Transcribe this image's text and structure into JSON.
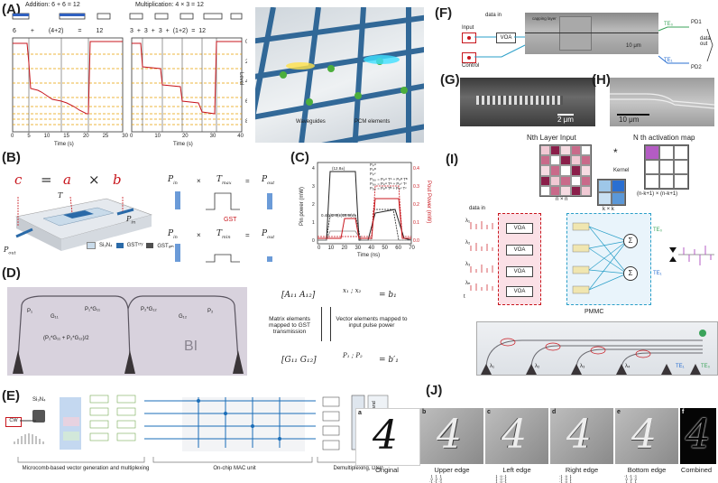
{
  "panels": {
    "A": {
      "label": "(A)",
      "addition_title": "Addition: 6 + 6 = 12",
      "multiplication_title": "Multiplication: 4 × 3 = 12",
      "add_terms": [
        "6",
        "+",
        "(4+2)",
        "=",
        "12"
      ],
      "mul_terms": [
        "3",
        "+",
        "3",
        "+",
        "3",
        "+",
        "(1+2)",
        "=",
        "12"
      ],
      "xlabel": "Time (s)",
      "ylabel": "Level",
      "left_xticks": [
        "0",
        "5",
        "10",
        "15",
        "20",
        "25",
        "30"
      ],
      "right_xticks": [
        "0",
        "10",
        "20",
        "30",
        "40"
      ],
      "yticks": [
        "0",
        "2",
        "4",
        "6",
        "8",
        "10"
      ],
      "render_labels": [
        "Waveguides",
        "PCM elements"
      ]
    },
    "B": {
      "label": "(B)",
      "c": "c",
      "eq": "=",
      "a": "a",
      "times": "×",
      "b": "b",
      "T": "T",
      "Pin": "P",
      "Pin_sub": "in",
      "Pout": "P",
      "Pout_sub": "out",
      "legend": [
        "Si₃N₄",
        "GSTᶜʳʸ",
        "GSTₐₘ"
      ],
      "row1": [
        "P",
        "in",
        "×",
        "T",
        "max",
        "=",
        "P",
        "out"
      ],
      "row2": [
        "P",
        "in",
        "×",
        "T",
        "min",
        "=",
        "P",
        "out"
      ],
      "gst": "GST"
    },
    "C": {
      "label": "(C)",
      "ylabel_left": "Pin power (mW)",
      "ylabel_right": "Pout Power (mW)",
      "xlabel": "Time (ns)",
      "xticks": [
        "0",
        "10",
        "20",
        "30",
        "40",
        "50",
        "60",
        "70"
      ],
      "yticks_left": [
        "0",
        "1",
        "2",
        "3",
        "4"
      ],
      "yticks_right": [
        "0.0",
        "0.1",
        "0.2",
        "0.3",
        "0.4"
      ],
      "ann1": "(12.8±)",
      "ann2": "0.4(1)2.6(±)28.9(±)",
      "legend": [
        "Pᵢₙᴬ",
        "Pᵢₙᴮ",
        "Pᵢₙᶜ",
        "Pₒᵤₜ = Pᵢₙᴬ Tᴬ + Pᵢₙᴮ Tᴮ",
        "Pₒᵤₜ = Pᵢₙᴬ Tᴬ + Pᵢₙᶜ Tᶜ",
        "Pₒᵤₜ = Pᵢₙᴮ Tᴮ + Pᵢₙᶜ Tᶜ"
      ]
    },
    "D": {
      "label": "(D)",
      "chip_labels": [
        "P₁",
        "G₁₁",
        "P₁*G₁₁",
        "P₂*G₁₂",
        "G₁₂",
        "P₂"
      ],
      "sum": "(P₁*G₁₁ + P₂*G₁₂)/2",
      "mat_top_row": "[A₁₁   A₁₂]",
      "vec_top": "x₁ ; x₂",
      "rhs_top": "= b₁",
      "left_note": "Matrix elements mapped to GST transmission",
      "right_note": "Vector elements mapped to input pulse power",
      "mat_bottom_row": "[G₁₁   G₁₂]",
      "vec_bottom": "P₁ ; P₂",
      "rhs_bottom": "= b′₁"
    },
    "E": {
      "label": "(E)",
      "cw": "CW",
      "si3n4": "Si₃N₄",
      "sections": [
        "Microcomb-based vector generation and multiplexing",
        "On-chip MAC unit",
        "Demultiplexing, DSP"
      ],
      "dsp_box": "Data acquisition and DSP"
    },
    "F": {
      "label": "(F)",
      "input": "Input",
      "control": "Control",
      "data_in": "data in",
      "voa": "VOA",
      "capping": "capping layer",
      "scale": "10 μm",
      "te0": "TE₀",
      "te1": "TE₁",
      "pd1": "PD1",
      "pd2": "PD2",
      "data_out": "data out"
    },
    "G": {
      "label": "(G)",
      "scale": "2 μm"
    },
    "H": {
      "label": "(H)",
      "scale": "10 μm"
    },
    "I": {
      "label": "(I)",
      "nth_input": "Nth Layer Input",
      "nth_map": "N th activation map",
      "star": "*",
      "kernel": "Kernel",
      "nxn": "n × n",
      "kxk": "k × k",
      "map_size": "(n-k+1) × (n-k+1)",
      "data_in": "data in",
      "lambdas": [
        "λ₁",
        "λ₂",
        "λ₃",
        "λₙ"
      ],
      "voa": "VOA",
      "t": "t",
      "te0": "TE₀",
      "te1": "TE₁",
      "sigma": "Σ",
      "pmmc": "PMMC",
      "bottom_lambdas": [
        "λ₁",
        "λ₂",
        "λ₃",
        "λ₄"
      ],
      "bottom_te1": "TE₁",
      "bottom_te0": "TE₀"
    },
    "J": {
      "label": "(J)",
      "tiles": [
        "a",
        "b",
        "c",
        "d",
        "e",
        "f"
      ],
      "digit": "4",
      "captions": [
        "Original",
        "Upper edge",
        "Left edge",
        "Right edge",
        "Bottom edge",
        "Combined"
      ],
      "kernels": [
        " 1  1  1\n 0  0  0\n-1 -1 -1",
        " 1  0 -1\n 1  0 -1\n 1  0 -1",
        "-1  0  1\n-1  0  1\n-1  0  1",
        "-1 -1 -1\n 0  0  0\n 1  1  1"
      ]
    }
  },
  "colors": {
    "red_trace": "#c8161d",
    "orange_level": "#e8a000",
    "blue_si3n4": "#c9dbea",
    "gst_cry": "#2a6aa8",
    "gst_am": "#4f4f4f",
    "te0_green": "#3aa35a",
    "te1_blue": "#2a6fd1",
    "pink_voa": "#f2b6c2"
  }
}
